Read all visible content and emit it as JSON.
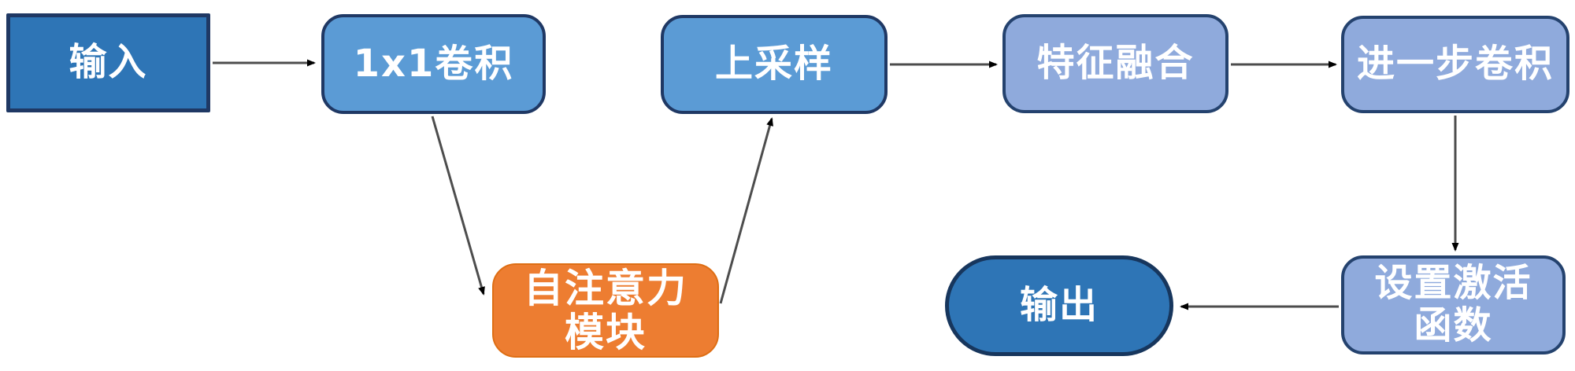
{
  "diagram": {
    "description": "flowchart",
    "nodes": {
      "input": {
        "label": "输入",
        "shape": "rectangle",
        "fill": "#2E75B6"
      },
      "conv1x1": {
        "label": "1x1卷积",
        "shape": "rounded-rect",
        "fill": "#5B9BD5"
      },
      "attention": {
        "label": "自注意力\n模块",
        "shape": "rounded-rect",
        "fill": "#ED7D31"
      },
      "upsample": {
        "label": "上采样",
        "shape": "rounded-rect",
        "fill": "#5B9BD5"
      },
      "fusion": {
        "label": "特征融合",
        "shape": "rounded-rect",
        "fill": "#8FAADC"
      },
      "further_conv": {
        "label": "进一步卷积",
        "shape": "rounded-rect",
        "fill": "#8FAADC"
      },
      "set_activation": {
        "label": "设置激活\n函数",
        "shape": "rounded-rect",
        "fill": "#8FAADC"
      },
      "output": {
        "label": "输出",
        "shape": "stadium",
        "fill": "#2E75B6"
      }
    },
    "edges": [
      {
        "from": "输入",
        "to": "1x1卷积"
      },
      {
        "from": "1x1卷积",
        "to": "自注意力模块"
      },
      {
        "from": "自注意力模块",
        "to": "上采样"
      },
      {
        "from": "上采样",
        "to": "特征融合"
      },
      {
        "from": "特征融合",
        "to": "进一步卷积"
      },
      {
        "from": "进一步卷积",
        "to": "设置激活函数"
      },
      {
        "from": "设置激活函数",
        "to": "输出"
      }
    ],
    "colors": {
      "dark_blue": "#2E75B6",
      "medium_blue": "#5B9BD5",
      "lavender_blue": "#8FAADC",
      "orange": "#ED7D31",
      "border_navy": "#1F3864",
      "arrow_line": "#4d4d4d",
      "arrowhead": "#000000",
      "text": "#ffffff",
      "background": "#ffffff"
    }
  }
}
